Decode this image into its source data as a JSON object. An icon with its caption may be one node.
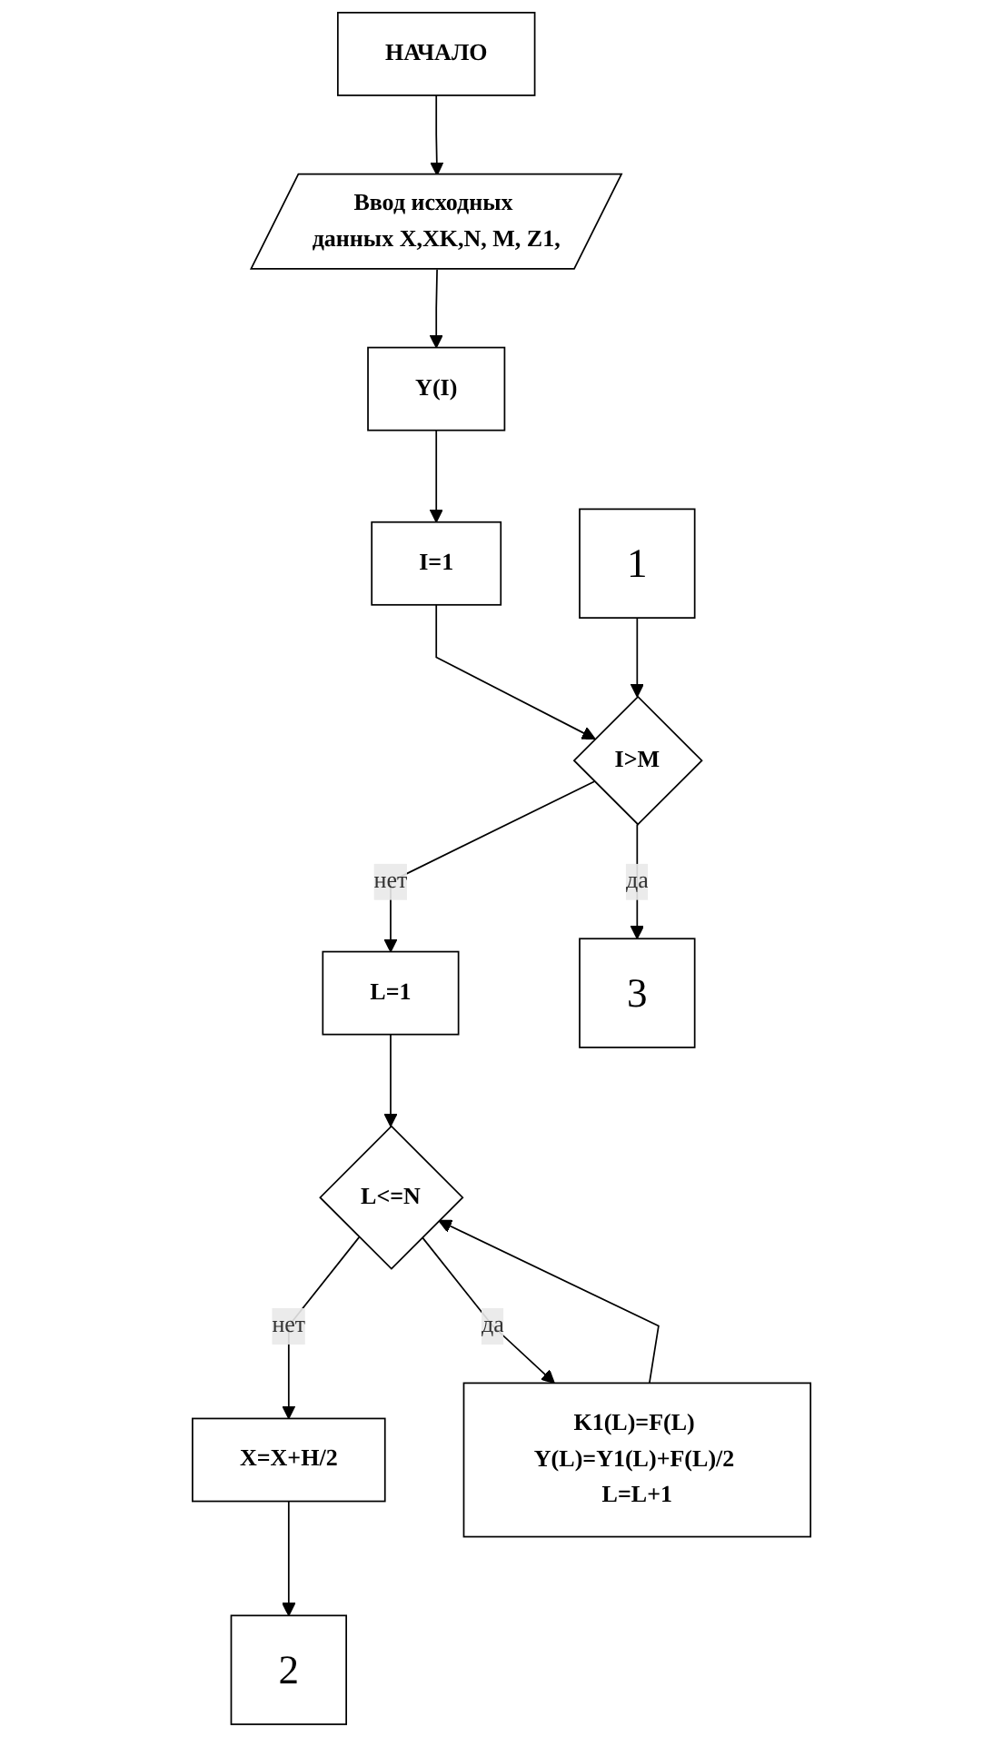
{
  "diagram": {
    "nodes": [
      {
        "text": [
          "НАЧАЛО"
        ]
      },
      {
        "text": [
          "Ввод исходных данных X,XK,N, M, Z1,"
        ]
      },
      {
        "text": [
          "Y(I)"
        ]
      },
      {
        "text": [
          "I=1"
        ]
      },
      {
        "text": [
          "I>M"
        ]
      },
      {
        "text": [
          "L=1"
        ]
      },
      {
        "text": [
          "L<=N"
        ]
      },
      {
        "text": [
          "X=X+H/2"
        ]
      },
      {
        "text": [
          "K1(L)=F(L) Y(L)=Y1(L)+F(L)/2 L=L+1"
        ]
      },
      {
        "text": [
          "1"
        ]
      },
      {
        "text": [
          "2"
        ]
      },
      {
        "text": [
          "3"
        ]
      }
    ],
    "edges": [
      {
        "from": 0,
        "to": 1,
        "arrow": "to"
      },
      {
        "from": 1,
        "to": 2,
        "arrow": "to"
      },
      {
        "from": 2,
        "to": 3,
        "arrow": "to"
      },
      {
        "from": 3,
        "to": 4,
        "arrow": "to"
      },
      {
        "from": 4,
        "to": 11,
        "arrow": "to",
        "label": "да"
      },
      {
        "from": 4,
        "to": 5,
        "arrow": "to",
        "label": "нет"
      },
      {
        "from": 5,
        "to": 6,
        "arrow": "to"
      },
      {
        "from": 6,
        "to": 7,
        "arrow": "to",
        "label": "нет"
      },
      {
        "from": 6,
        "to": 8,
        "arrow": "to",
        "label": "да"
      },
      {
        "from": 8,
        "to": 6,
        "arrow": "to"
      },
      {
        "from": 7,
        "to": 10,
        "arrow": "to"
      },
      {
        "from": 9,
        "to": 4,
        "arrow": "to"
      }
    ]
  }
}
